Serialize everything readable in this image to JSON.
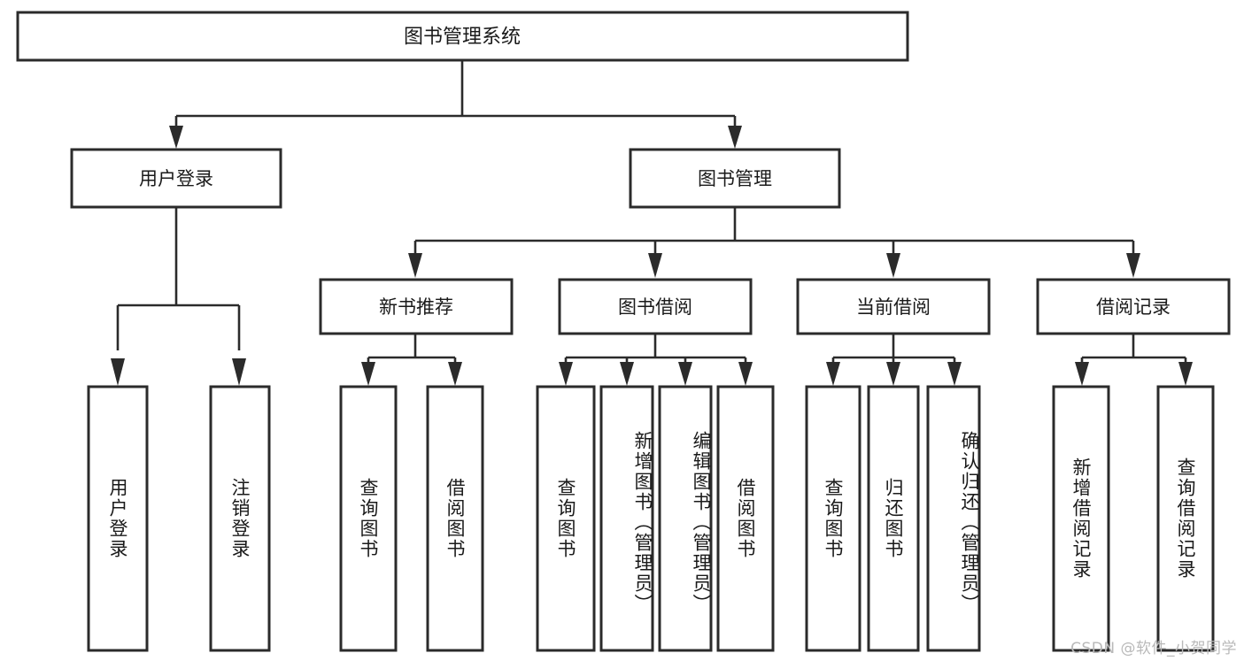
{
  "diagram": {
    "title": "图书管理系统",
    "type": "tree-hierarchy-diagram",
    "watermark": "CSDN @软件_小贺同学",
    "colors": {
      "background": "#ffffff",
      "box_stroke": "#2b2b2b",
      "box_fill": "#ffffff",
      "text": "#1a1a1a",
      "watermark": "#b9b9b9"
    },
    "level1": {
      "root_label": "图书管理系统"
    },
    "level2": [
      {
        "label": "用户登录"
      },
      {
        "label": "图书管理"
      }
    ],
    "level3": [
      {
        "label": "新书推荐"
      },
      {
        "label": "图书借阅"
      },
      {
        "label": "当前借阅"
      },
      {
        "label": "借阅记录"
      }
    ],
    "leaves": {
      "user_login": [
        {
          "label": "用户登录"
        },
        {
          "label": "注销登录"
        }
      ],
      "new_book_recommend": [
        {
          "label": "查询图书"
        },
        {
          "label": "借阅图书"
        }
      ],
      "book_borrow": [
        {
          "label": "查询图书"
        },
        {
          "label": "新增图书（管理员）"
        },
        {
          "label": "编辑图书（管理员）"
        },
        {
          "label": "借阅图书"
        }
      ],
      "current_borrow": [
        {
          "label": "查询图书"
        },
        {
          "label": "归还图书"
        },
        {
          "label": "确认归还（管理员）"
        }
      ],
      "borrow_record": [
        {
          "label": "新增借阅记录"
        },
        {
          "label": "查询借阅记录"
        }
      ]
    }
  }
}
